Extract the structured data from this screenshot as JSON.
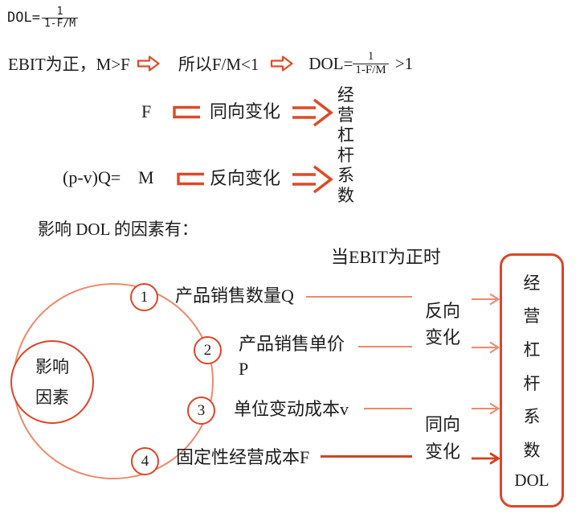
{
  "colors": {
    "accent": "#dc4527",
    "accent_light": "#ec8a6d",
    "accent_dark": "#d5421f",
    "text": "#1c1c1c"
  },
  "formula_top": {
    "lhs": "DOL=",
    "numerator": "1",
    "denominator": "1-F/M"
  },
  "derivation": {
    "premise": "EBIT为正，M>F",
    "step": "所以F/M<1",
    "result_lhs": "DOL=",
    "result_numerator": "1",
    "result_denominator": "1-F/M",
    "result_suffix": ">1"
  },
  "relations": {
    "row1": {
      "variable": "F",
      "relation": "同向变化"
    },
    "row2": {
      "prefix": "(p-v)Q=",
      "variable": "M",
      "relation": "反向变化"
    },
    "target_chars": [
      "经",
      "营",
      "杠",
      "杆",
      "系",
      "数"
    ]
  },
  "factors_heading": "影响 DOL 的因素有：",
  "condition_note": "当EBIT为正时",
  "mindmap": {
    "center_label": {
      "line1": "影响",
      "line2": "因素"
    },
    "factors": [
      {
        "num": "1",
        "label": "产品销售数量Q"
      },
      {
        "num": "2",
        "label": "产品销售单价",
        "label_line2": "P"
      },
      {
        "num": "3",
        "label": "单位变动成本v"
      },
      {
        "num": "4",
        "label": "固定性经营成本F"
      }
    ],
    "direction_inverse": {
      "line1": "反向",
      "line2": "变化"
    },
    "direction_same": {
      "line1": "同向",
      "line2": "变化"
    },
    "result_box_chars": [
      "经",
      "营",
      "杠",
      "杆",
      "系",
      "数",
      "DOL"
    ]
  }
}
